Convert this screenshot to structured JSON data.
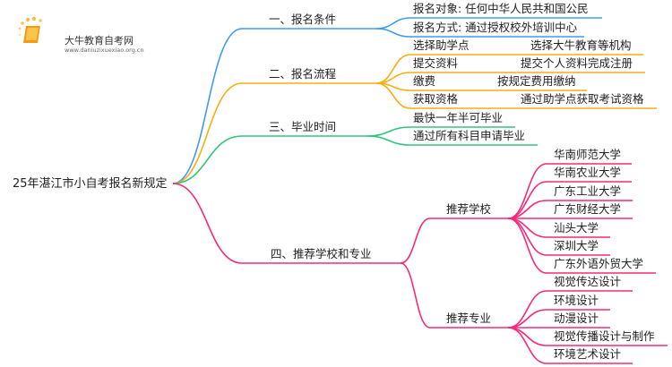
{
  "logo": {
    "title": "大牛教育自考网",
    "url": "www.daniuzixuexiao.org.cn"
  },
  "colors": {
    "blue": "#3d9bf5",
    "orange": "#f8ad10",
    "green": "#34c47c",
    "pink": "#f7287a"
  },
  "root": "25年湛江市小自考报名新规定",
  "branches": [
    {
      "label": "一、报名条件",
      "children": [
        {
          "left": "报名对象: 任何中华人民共和国公民"
        },
        {
          "left": "报名方式: 通过授权校外培训中心"
        }
      ]
    },
    {
      "label": "二、报名流程",
      "children": [
        {
          "left": "选择助学点",
          "right": "选择大牛教育等机构"
        },
        {
          "left": "提交资料",
          "right": "提交个人资料完成注册"
        },
        {
          "left": "缴费",
          "right": "按规定费用缴纳"
        },
        {
          "left": "获取资格",
          "right": "通过助学点获取考试资格"
        }
      ]
    },
    {
      "label": "三、毕业时间",
      "children": [
        {
          "left": "最快一年半可毕业"
        },
        {
          "left": "通过所有科目申请毕业"
        }
      ]
    },
    {
      "label": "四、推荐学校和专业",
      "groups": [
        {
          "label": "推荐学校",
          "items": [
            "华南师范大学",
            "华南农业大学",
            "广东工业大学",
            "广东财经大学",
            "汕头大学",
            "深圳大学",
            "广东外语外贸大学"
          ]
        },
        {
          "label": "推荐专业",
          "items": [
            "视觉传达设计",
            "环境设计",
            "动漫设计",
            "视觉传播设计与制作",
            "环境艺术设计"
          ]
        }
      ]
    }
  ]
}
